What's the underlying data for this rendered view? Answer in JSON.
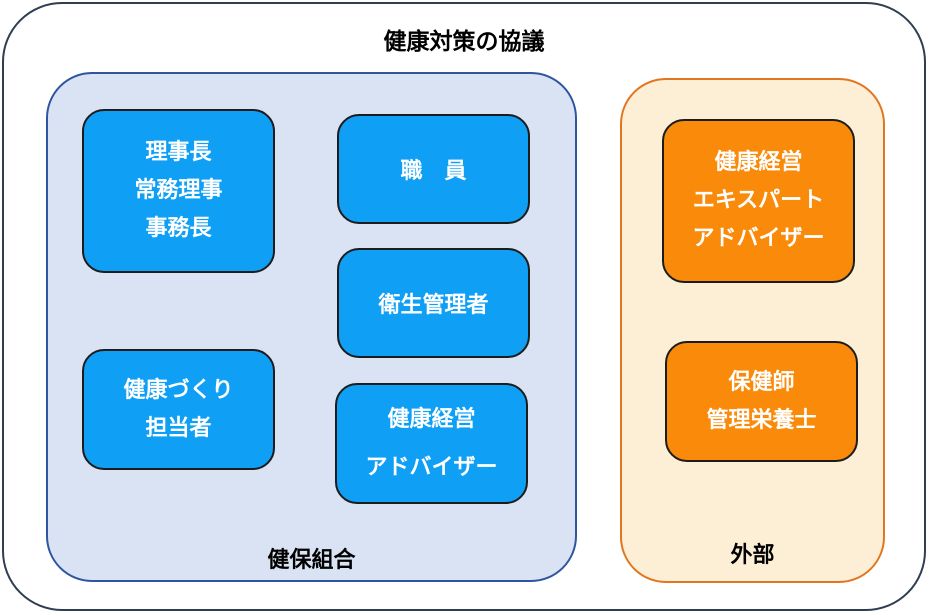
{
  "diagram": {
    "title": "健康対策の協議",
    "groups": {
      "insurer": {
        "label": "健保組合",
        "boxes": {
          "executives": [
            "理事長",
            "常務理事",
            "事務長"
          ],
          "staff": "職　員",
          "hygiene_manager": "衛生管理者",
          "health_promotion": [
            "健康づくり",
            "担当者"
          ],
          "health_management_advisor": [
            "健康経営",
            "アドバイザー"
          ]
        }
      },
      "external": {
        "label": "外部",
        "boxes": {
          "expert_advisor": [
            "健康経営",
            "エキスパート",
            "アドバイザー"
          ],
          "nurse_dietitian": [
            "保健師",
            "管理栄養士"
          ]
        }
      }
    },
    "colors": {
      "outer_border": "#2f3e52",
      "insurer_fill": "#dae3f3",
      "insurer_border": "#2f55a0",
      "external_fill": "#fdefd6",
      "external_border": "#e2761f",
      "blue_box": "#0f9ff5",
      "orange_box": "#f98a0a"
    }
  }
}
